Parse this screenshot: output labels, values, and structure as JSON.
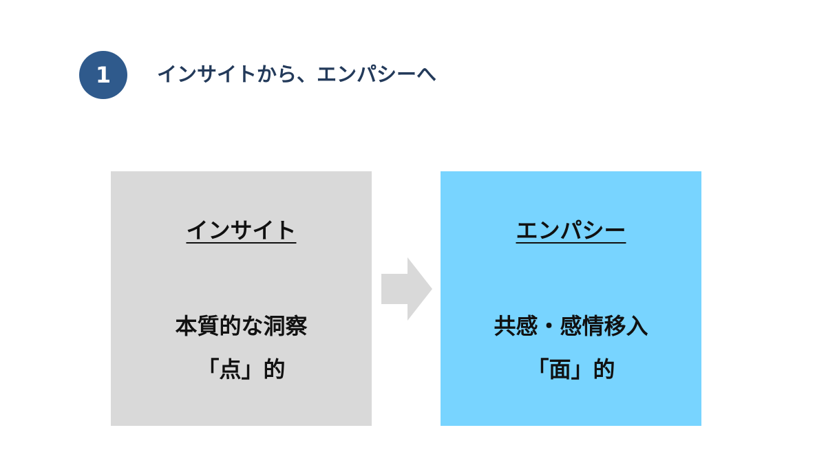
{
  "section": {
    "number": "1",
    "title": "インサイトから、エンパシーへ"
  },
  "left_box": {
    "title": "インサイト",
    "line1": "本質的な洞察",
    "line2": "「点」的"
  },
  "right_box": {
    "title": "エンパシー",
    "line1": "共感・感情移入",
    "line2": "「面」的"
  },
  "colors": {
    "badge": "#2f5a8c",
    "heading_text": "#233a5a",
    "left_box_bg": "#d9d9d9",
    "right_box_bg": "#78d4ff",
    "arrow": "#d9d9d9"
  },
  "icons": {
    "arrow": "right-arrow-icon"
  }
}
